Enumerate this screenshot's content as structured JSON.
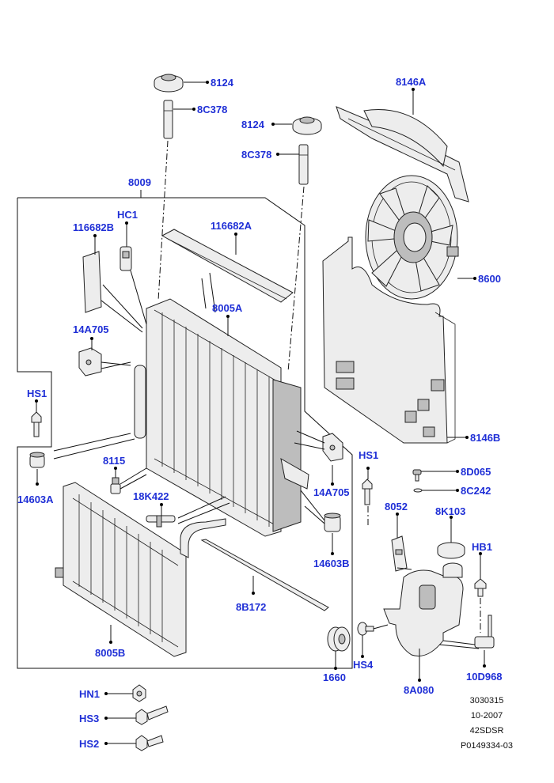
{
  "colors": {
    "label": "#1f2fd6",
    "line": "#111111",
    "part_fill": "#ededed"
  },
  "labels": {
    "l8124a": "8124",
    "l8c378a": "8C378",
    "l8124b": "8124",
    "l8c378b": "8C378",
    "l8146a": "8146A",
    "l8009": "8009",
    "lhc1": "HC1",
    "l116682b": "116682B",
    "l116682a": "116682A",
    "l8005a": "8005A",
    "l8600": "8600",
    "l14a705a": "14A705",
    "lhs1a": "HS1",
    "l8146b": "8146B",
    "l8115": "8115",
    "lhs1b": "HS1",
    "l8d065": "8D065",
    "l14603a": "14603A",
    "l18k422": "18K422",
    "l14a705b": "14A705",
    "l8c242": "8C242",
    "l8052": "8052",
    "l8k103": "8K103",
    "lhb1": "HB1",
    "l14603b": "14603B",
    "l8b172": "8B172",
    "l8005b": "8005B",
    "lhs4": "HS4",
    "l1660": "1660",
    "l10d968": "10D968",
    "l8a080": "8A080",
    "lhn1": "HN1",
    "lhs3": "HS3",
    "lhs2": "HS2"
  },
  "metadata": {
    "ref": "3030315",
    "date": "10-2007",
    "model": "42SDSR",
    "code": "P0149334-03"
  }
}
